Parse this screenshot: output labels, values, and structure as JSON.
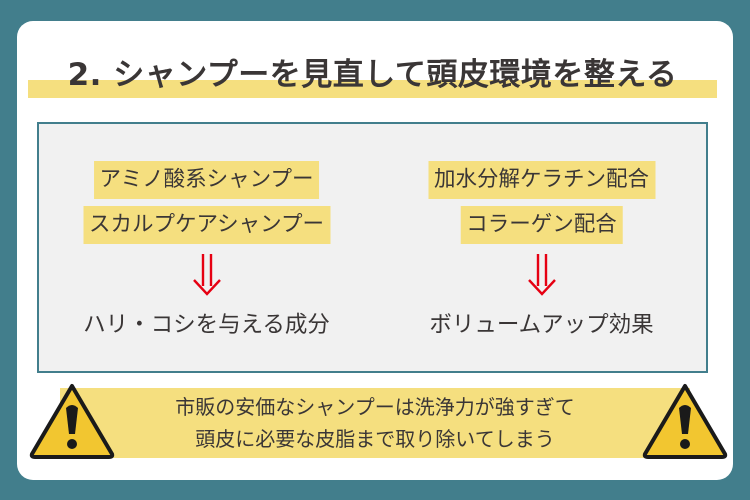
{
  "title": "2. シャンプーを見直して頭皮環境を整える",
  "colors": {
    "background": "#427E8C",
    "card": "#FFFFFF",
    "highlight": "#F5DF7F",
    "panel": "#F1F1F1",
    "panel_border": "#427E8C",
    "text": "#3A3636",
    "arrow": "#E60012",
    "warning_yellow": "#F2C630"
  },
  "left": {
    "items": [
      "アミノ酸系シャンプー",
      "スカルプケアシャンプー"
    ],
    "arrow": "⇓",
    "result": "ハリ・コシを与える成分"
  },
  "right": {
    "items": [
      "加水分解ケラチン配合",
      "コラーゲン配合"
    ],
    "arrow": "⇓",
    "result": "ボリュームアップ効果"
  },
  "warning": {
    "icon": "warning-triangle-icon",
    "lines": [
      "市販の安価なシャンプーは洗浄力が強すぎて",
      "頭皮に必要な皮脂まで取り除いてしまう"
    ]
  }
}
